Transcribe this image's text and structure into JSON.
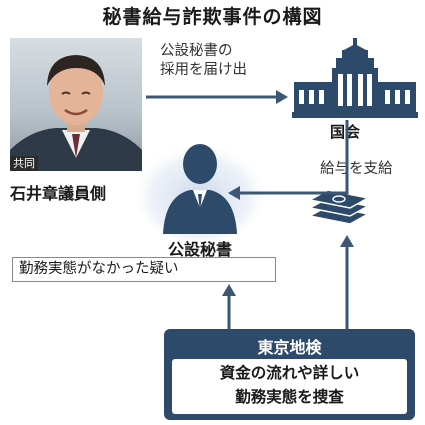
{
  "title": "秘書給与詐欺事件の構図",
  "photo": {
    "credit": "共同"
  },
  "person": {
    "label": "石井章議員側"
  },
  "flows": {
    "report_line1": "公設秘書の",
    "report_line2": "採用を届け出",
    "salary": "給与を支給"
  },
  "diet": {
    "label": "国会"
  },
  "secretary": {
    "label": "公設秘書",
    "suspicion": "勤務実態がなかった疑い"
  },
  "prosecutor": {
    "title": "東京地検",
    "line1": "資金の流れや詳しい",
    "line2": "勤務実態を捜査"
  },
  "colors": {
    "navy": "#2e4a6b",
    "arrow": "#3c5774",
    "glow": "#c9d6ea"
  },
  "icons": [
    "person-photo",
    "diet-building-icon",
    "secretary-person-icon",
    "money-stack-icon"
  ]
}
